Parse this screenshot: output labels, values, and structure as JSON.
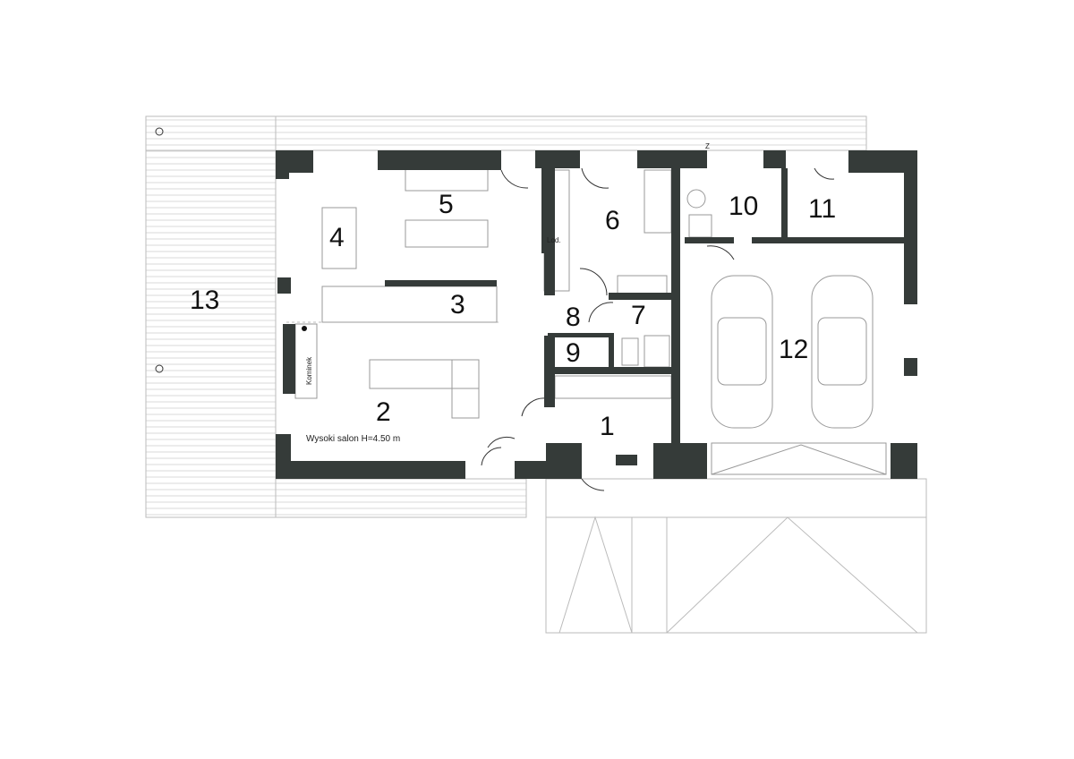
{
  "plan": {
    "rooms": [
      {
        "id": "1",
        "label": "1"
      },
      {
        "id": "2",
        "label": "2"
      },
      {
        "id": "3",
        "label": "3"
      },
      {
        "id": "4",
        "label": "4"
      },
      {
        "id": "5",
        "label": "5"
      },
      {
        "id": "6",
        "label": "6"
      },
      {
        "id": "7",
        "label": "7"
      },
      {
        "id": "8",
        "label": "8"
      },
      {
        "id": "9",
        "label": "9"
      },
      {
        "id": "10",
        "label": "10"
      },
      {
        "id": "11",
        "label": "11"
      },
      {
        "id": "12",
        "label": "12"
      },
      {
        "id": "13",
        "label": "13"
      }
    ],
    "annotations": {
      "fridge": "Lod.",
      "fireplace": "Kominek",
      "ceiling_height": "Wysoki salon H=4.50 m",
      "gas_marker": "Z"
    },
    "colors": {
      "wall": "#353b39",
      "line": "#bbbbbb"
    }
  }
}
